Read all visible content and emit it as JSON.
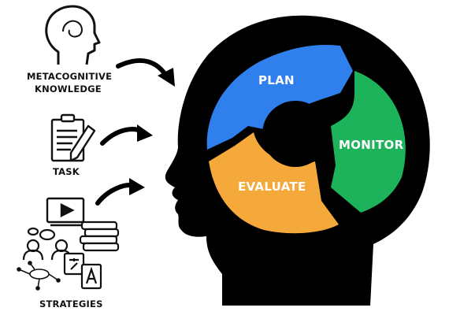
{
  "labels": {
    "metacognitive_line1": "METACOGNITIVE",
    "metacognitive_line2": "KNOWLEDGE",
    "task": "TASK",
    "strategies": "STRATEGIES"
  },
  "cycle": {
    "plan": "PLAN",
    "monitor": "MONITOR",
    "evaluate": "EVALUATE"
  },
  "icons": {
    "knowledge": "human-head-outline-icon",
    "task": "clipboard-with-pencil-icon",
    "strategies": "video-books-discussion-translate-icons",
    "connector": "curved-arrow-icon"
  },
  "colors": {
    "plan": "#2f80ed",
    "monitor": "#1db35a",
    "evaluate": "#f4a93a",
    "head": "#000000",
    "background": "#ffffff"
  }
}
